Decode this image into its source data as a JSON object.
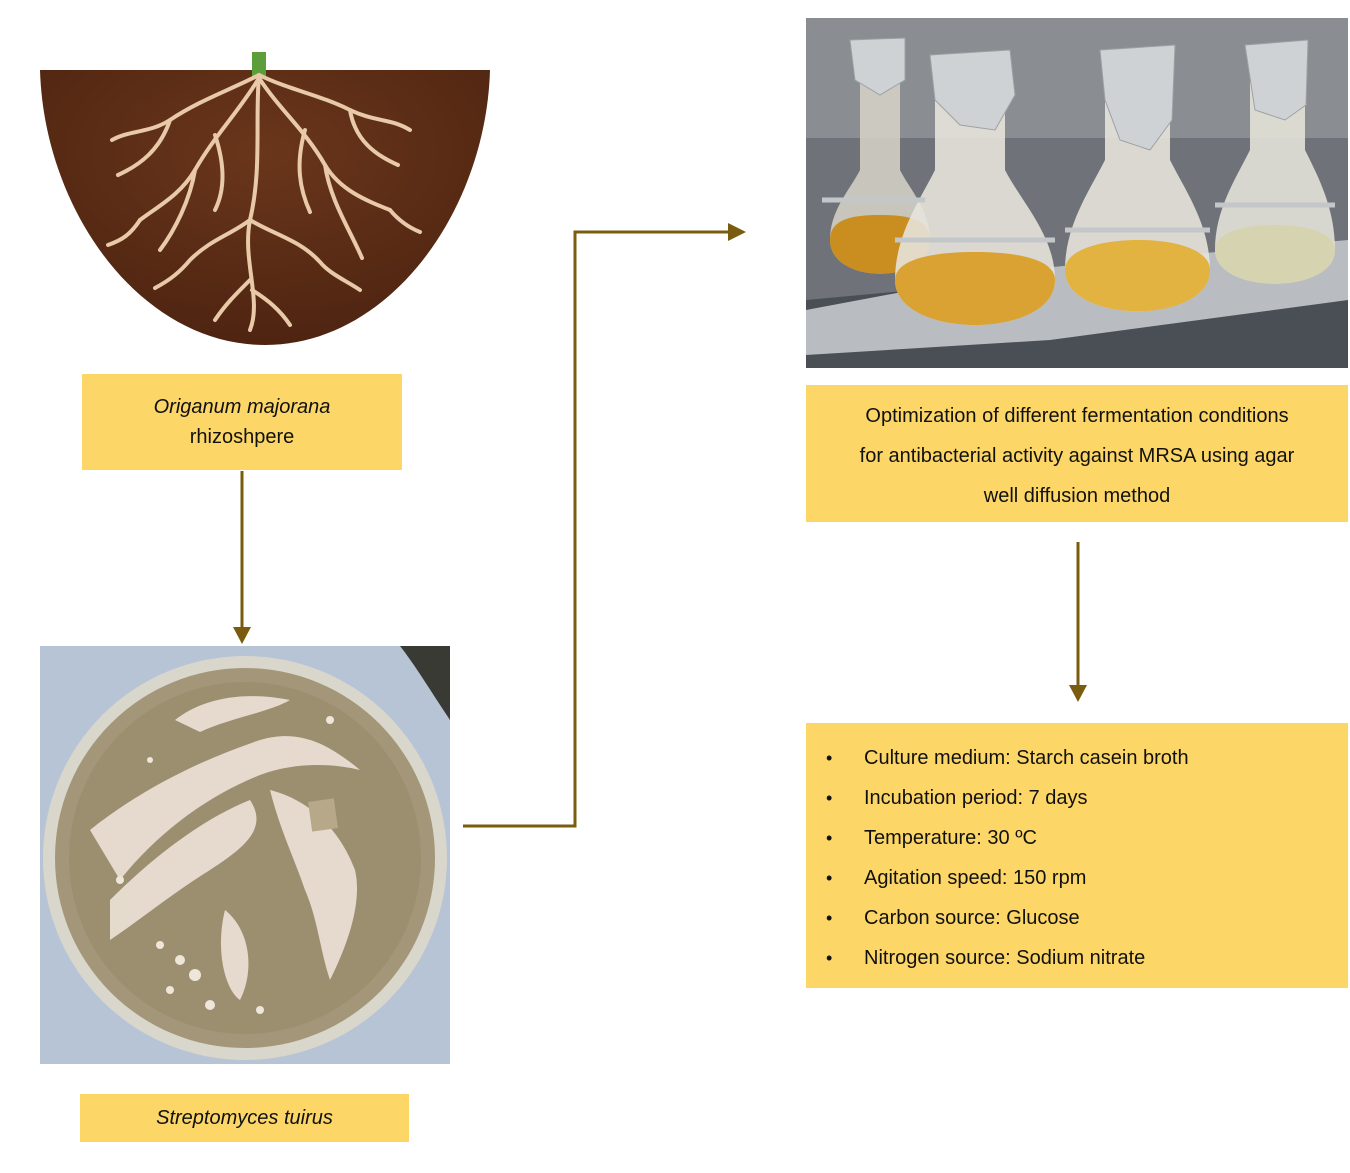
{
  "source_box": {
    "line1": "Origanum majorana",
    "line2": "rhizoshpere"
  },
  "organism_box": {
    "label": "Streptomyces tuirus"
  },
  "optimization_box": {
    "line1": "Optimization of different fermentation conditions",
    "line2": "for antibacterial activity against MRSA using agar",
    "line3": "well diffusion method"
  },
  "conditions": {
    "bullet": "•",
    "items": [
      "Culture medium: Starch casein broth",
      "Incubation period: 7 days",
      "Temperature: 30 ºC",
      "Agitation speed: 150 rpm",
      "Carbon source: Glucose",
      "Nitrogen source: Sodium nitrate"
    ]
  },
  "colors": {
    "box_fill": "#fcd667",
    "arrow": "#7a5c0e",
    "soil": "#5a2c14",
    "roots": "#e8c9a8",
    "agar": "#a49779",
    "colonies": "#e9dfd2"
  }
}
